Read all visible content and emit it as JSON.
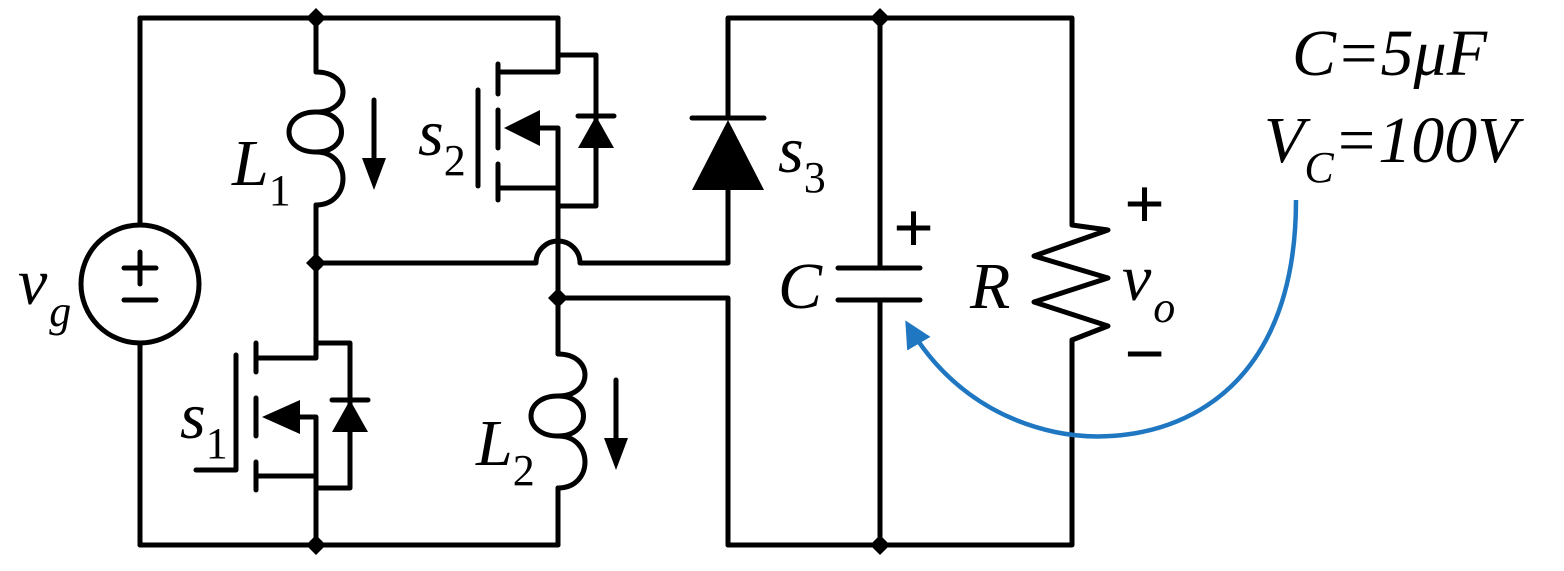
{
  "labels": {
    "vg": "v",
    "vg_sub": "g",
    "L1": "L",
    "L1_sub": "1",
    "L2": "L",
    "L2_sub": "2",
    "s1": "s",
    "s1_sub": "1",
    "s2": "s",
    "s2_sub": "2",
    "s3": "s",
    "s3_sub": "3",
    "C": "C",
    "R": "R",
    "vo": "v",
    "vo_sub": "o",
    "plus_c": "+",
    "plus_vo": "+",
    "minus_vo": "−"
  },
  "annotation": {
    "line1": "C=5μF",
    "line2_a": "V",
    "line2_sub": "C",
    "line2_b": "=100V",
    "color": "#1f77c2"
  }
}
